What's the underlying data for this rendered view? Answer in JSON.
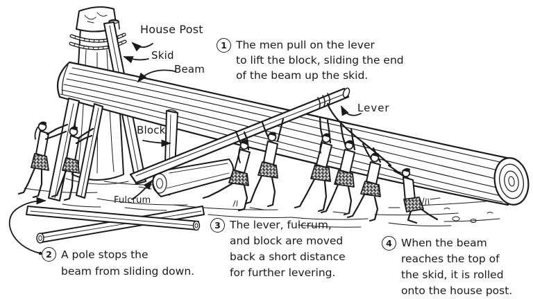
{
  "colors": {
    "ink": "#1a1a1a",
    "paper": "#ffffff"
  },
  "labels": {
    "house_post": "House Post",
    "skid": "Skid",
    "beam": "Beam",
    "block": "Block",
    "fulcrum": "Fulcrum",
    "lever": "Lever"
  },
  "steps": [
    {
      "num": "1",
      "lines": [
        "The men pull on the lever",
        "to lift the block, sliding the end",
        "of the beam up the skid."
      ]
    },
    {
      "num": "2",
      "lines": [
        "A pole stops the",
        "beam from sliding down."
      ]
    },
    {
      "num": "3",
      "lines": [
        "The lever, fulcrum,",
        "and block are moved",
        "back a short distance",
        "for further levering."
      ]
    },
    {
      "num": "4",
      "lines": [
        "When the beam",
        "reaches the top of",
        "the skid, it is rolled",
        "onto the house post."
      ]
    }
  ]
}
